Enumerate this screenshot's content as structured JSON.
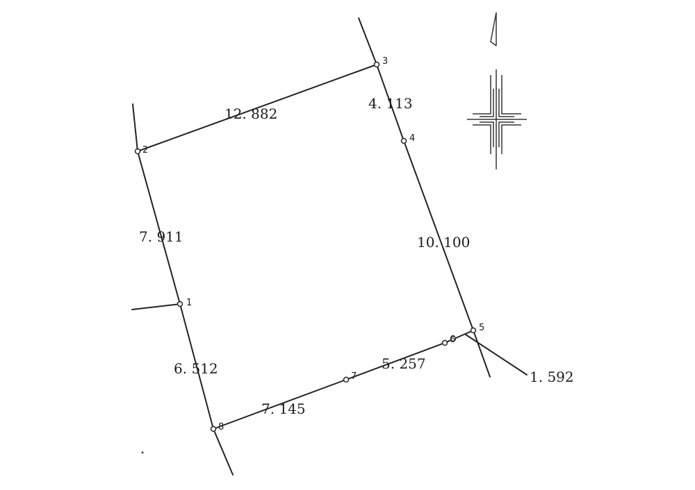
{
  "points": [
    {
      "id": "p1",
      "label": "1"
    },
    {
      "id": "p2",
      "label": "2"
    },
    {
      "id": "p3",
      "label": "3"
    },
    {
      "id": "p4",
      "label": "4"
    },
    {
      "id": "p5",
      "label": "5"
    },
    {
      "id": "p6",
      "label": "6"
    },
    {
      "id": "p7",
      "label": "7"
    },
    {
      "id": "p8",
      "label": "8"
    }
  ],
  "lengths": {
    "p2_p3": "12. 882",
    "p3_p4": "4. 113",
    "p4_p5": "10. 100",
    "p5_ext": "1. 592",
    "p6_p7": "5. 257",
    "p7_p8": "7. 145",
    "p8_p1": "6. 512",
    "p1_p2": "7. 911"
  },
  "icons": {
    "north_arrow": "north-arrow-icon",
    "crosshair": "crosshair-icon"
  }
}
